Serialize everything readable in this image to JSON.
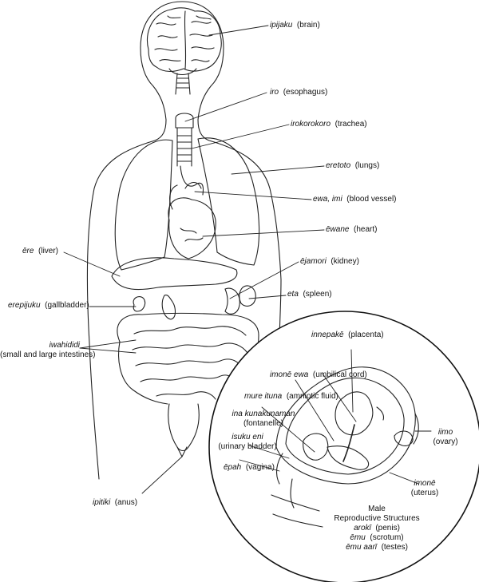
{
  "labels": {
    "brain": {
      "term": "ipijaku",
      "gloss": "(brain)"
    },
    "esophagus": {
      "term": "iro",
      "gloss": "(esophagus)"
    },
    "trachea": {
      "term": "irokorokoro",
      "gloss": "(trachea)"
    },
    "lungs": {
      "term": "eretoto",
      "gloss": "(lungs)"
    },
    "blood_vessel": {
      "term": "ewa, imi",
      "gloss": "(blood vessel)"
    },
    "heart": {
      "term": "ēwane",
      "gloss": "(heart)"
    },
    "liver": {
      "term": "ēre",
      "gloss": "(liver)"
    },
    "kidney": {
      "term": "ējamori",
      "gloss": "(kidney)"
    },
    "spleen": {
      "term": "eta",
      "gloss": "(spleen)"
    },
    "gallbladder": {
      "term": "erepijuku",
      "gloss": "(gallbladder)"
    },
    "intestines": {
      "term": "iwahididi",
      "gloss": "(small and large intestines)"
    },
    "anus": {
      "term": "ipitiki",
      "gloss": "(anus)"
    },
    "placenta": {
      "term": "innepakē",
      "gloss": "(placenta)"
    },
    "umbilical_cord": {
      "term": "imonē ewa",
      "gloss": "(umbilical cord)"
    },
    "amniotic_fluid": {
      "term": "mure ituna",
      "gloss": "(amniotic fluid)"
    },
    "fontanelle": {
      "term": "ina kunakunaman",
      "gloss": "(fontanelle)"
    },
    "urinary_bladder": {
      "term": "isuku eni",
      "gloss": "(urinary bladder)"
    },
    "vagina": {
      "term": "ēpah",
      "gloss": "(vagina)"
    },
    "ovary": {
      "term": "iimo",
      "gloss": "(ovary)"
    },
    "uterus": {
      "term": "imonē",
      "gloss": "(uterus)"
    }
  },
  "male_box": {
    "title_line1": "Male",
    "title_line2": "Reproductive Structures",
    "items": [
      {
        "term": "arokī",
        "gloss": "(penis)"
      },
      {
        "term": "ēmu",
        "gloss": "(scrotum)"
      },
      {
        "term": "ēmu aarī",
        "gloss": "(testes)"
      }
    ]
  }
}
